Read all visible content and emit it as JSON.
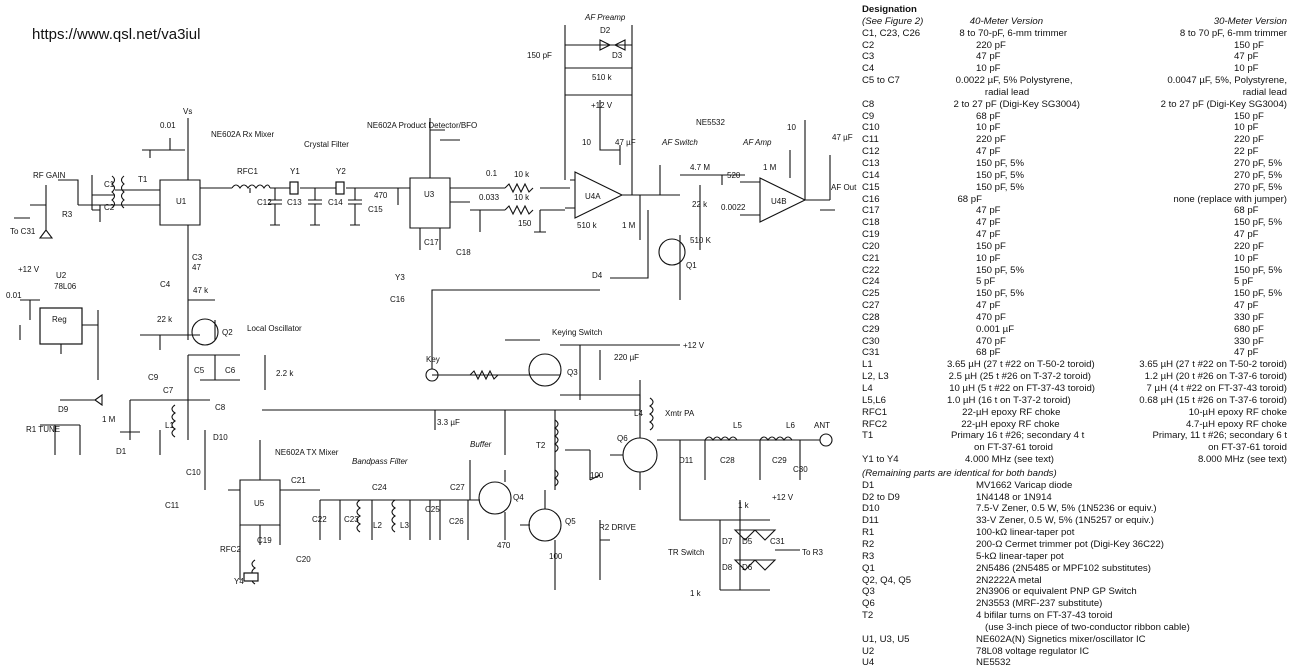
{
  "source_url": "https://www.qsl.net/va3iul",
  "schematic": {
    "labels": [
      {
        "id": "af-preamp",
        "text": "AF Preamp"
      },
      {
        "id": "d2",
        "text": "D2"
      },
      {
        "id": "d3",
        "text": "D3"
      },
      {
        "id": "c150pf",
        "text": "150 pF"
      },
      {
        "id": "r510k-fb",
        "text": "510 k"
      },
      {
        "id": "p12v-preamp",
        "text": "+12 V"
      },
      {
        "id": "r10-preamp",
        "text": "10"
      },
      {
        "id": "c47uf-preamp",
        "text": "47 µF"
      },
      {
        "id": "ne5532",
        "text": "NE5532"
      },
      {
        "id": "af-switch",
        "text": "AF Switch"
      },
      {
        "id": "af-amp",
        "text": "AF Amp"
      },
      {
        "id": "r4p7m",
        "text": "4.7 M"
      },
      {
        "id": "c520",
        "text": "520"
      },
      {
        "id": "r1m-amp",
        "text": "1 M"
      },
      {
        "id": "r22k-amp",
        "text": "22 k"
      },
      {
        "id": "c0022",
        "text": "0.0022"
      },
      {
        "id": "u4a",
        "text": "U4A"
      },
      {
        "id": "u4b",
        "text": "U4B"
      },
      {
        "id": "r10-out",
        "text": "10"
      },
      {
        "id": "c47uf-out",
        "text": "47 µF"
      },
      {
        "id": "af-out",
        "text": "AF Out"
      },
      {
        "id": "vb-1",
        "text": "Vs"
      },
      {
        "id": "c001-a",
        "text": "0.01"
      },
      {
        "id": "ne602a-rx",
        "text": "NE602A Rx Mixer"
      },
      {
        "id": "rfc1",
        "text": "RFC1"
      },
      {
        "id": "y1",
        "text": "Y1"
      },
      {
        "id": "crystal-filter",
        "text": "Crystal Filter"
      },
      {
        "id": "y2",
        "text": "Y2"
      },
      {
        "id": "ne602a-pd",
        "text": "NE602A Product Detector/BFO"
      },
      {
        "id": "rf-gain",
        "text": "RF GAIN"
      },
      {
        "id": "t1",
        "text": "T1"
      },
      {
        "id": "c1",
        "text": "C1"
      },
      {
        "id": "c2",
        "text": "C2"
      },
      {
        "id": "r3",
        "text": "R3"
      },
      {
        "id": "to-c31",
        "text": "To C31"
      },
      {
        "id": "u1",
        "text": "U1"
      },
      {
        "id": "c12",
        "text": "C12"
      },
      {
        "id": "c13",
        "text": "C13"
      },
      {
        "id": "c14",
        "text": "C14"
      },
      {
        "id": "c15",
        "text": "C15"
      },
      {
        "id": "r470",
        "text": "470"
      },
      {
        "id": "u3",
        "text": "U3"
      },
      {
        "id": "c17",
        "text": "C17"
      },
      {
        "id": "c18",
        "text": "C18"
      },
      {
        "id": "y3",
        "text": "Y3"
      },
      {
        "id": "c16",
        "text": "C16"
      },
      {
        "id": "c01",
        "text": "0.1"
      },
      {
        "id": "c0033",
        "text": "0.033"
      },
      {
        "id": "r10k-a",
        "text": "10 k"
      },
      {
        "id": "r10k-b",
        "text": "10 k"
      },
      {
        "id": "r150",
        "text": "150"
      },
      {
        "id": "r510k",
        "text": "510 k"
      },
      {
        "id": "r1m-sw",
        "text": "1 M"
      },
      {
        "id": "r510k-sw",
        "text": "510 K"
      },
      {
        "id": "q1",
        "text": "Q1"
      },
      {
        "id": "d4",
        "text": "D4"
      },
      {
        "id": "u2",
        "text": "U2"
      },
      {
        "id": "u2-type",
        "text": "78L06"
      },
      {
        "id": "reg",
        "text": "Reg"
      },
      {
        "id": "p12v-reg",
        "text": "+12 V"
      },
      {
        "id": "c001-reg",
        "text": "0.01"
      },
      {
        "id": "c3",
        "text": "C3"
      },
      {
        "id": "c47",
        "text": "47"
      },
      {
        "id": "c4",
        "text": "C4"
      },
      {
        "id": "r47k",
        "text": "47 k"
      },
      {
        "id": "r22k-lo",
        "text": "22 k"
      },
      {
        "id": "q2",
        "text": "Q2"
      },
      {
        "id": "local-osc",
        "text": "Local Oscillator"
      },
      {
        "id": "c9",
        "text": "C9"
      },
      {
        "id": "c5",
        "text": "C5"
      },
      {
        "id": "c6",
        "text": "C6"
      },
      {
        "id": "c7",
        "text": "C7"
      },
      {
        "id": "r2p2k",
        "text": "2.2 k"
      },
      {
        "id": "l1",
        "text": "L1"
      },
      {
        "id": "d9",
        "text": "D9"
      },
      {
        "id": "r1",
        "text": "R1 TUNE"
      },
      {
        "id": "r1m-tune",
        "text": "1 M"
      },
      {
        "id": "d1",
        "text": "D1"
      },
      {
        "id": "key",
        "text": "Key"
      },
      {
        "id": "keying-switch",
        "text": "Keying Switch"
      },
      {
        "id": "q3",
        "text": "Q3"
      },
      {
        "id": "c220uf",
        "text": "220 µF"
      },
      {
        "id": "p12v-key",
        "text": "+12 V"
      },
      {
        "id": "c3p3uf",
        "text": "3.3 µF"
      },
      {
        "id": "c8",
        "text": "C8"
      },
      {
        "id": "d10",
        "text": "D10"
      },
      {
        "id": "ne602a-tx",
        "text": "NE602A TX Mixer"
      },
      {
        "id": "u5",
        "text": "U5"
      },
      {
        "id": "c21",
        "text": "C21"
      },
      {
        "id": "c11",
        "text": "C11"
      },
      {
        "id": "c10",
        "text": "C10"
      },
      {
        "id": "rfc2",
        "text": "RFC2"
      },
      {
        "id": "c19",
        "text": "C19"
      },
      {
        "id": "c20",
        "text": "C20"
      },
      {
        "id": "y4",
        "text": "Y4"
      },
      {
        "id": "bp-filter",
        "text": "Bandpass Filter"
      },
      {
        "id": "c24",
        "text": "C24"
      },
      {
        "id": "c22",
        "text": "C22"
      },
      {
        "id": "c23",
        "text": "C23"
      },
      {
        "id": "l2",
        "text": "L2"
      },
      {
        "id": "l3",
        "text": "L3"
      },
      {
        "id": "c25",
        "text": "C25"
      },
      {
        "id": "c26",
        "text": "C26"
      },
      {
        "id": "c27",
        "text": "C27"
      },
      {
        "id": "buffer",
        "text": "Buffer"
      },
      {
        "id": "q4",
        "text": "Q4"
      },
      {
        "id": "q5",
        "text": "Q5"
      },
      {
        "id": "t2",
        "text": "T2"
      },
      {
        "id": "r470-b",
        "text": "470"
      },
      {
        "id": "r100-b",
        "text": "100"
      },
      {
        "id": "r2-drive",
        "text": "R2 DRIVE"
      },
      {
        "id": "l4",
        "text": "L4"
      },
      {
        "id": "xmtr-pa",
        "text": "Xmtr PA"
      },
      {
        "id": "q6",
        "text": "Q6"
      },
      {
        "id": "d11",
        "text": "D11"
      },
      {
        "id": "l5",
        "text": "L5"
      },
      {
        "id": "l6",
        "text": "L6"
      },
      {
        "id": "c28",
        "text": "C28"
      },
      {
        "id": "c29",
        "text": "C29"
      },
      {
        "id": "c30",
        "text": "C30"
      },
      {
        "id": "ant",
        "text": "ANT"
      },
      {
        "id": "r100-pa",
        "text": "100"
      },
      {
        "id": "r1k-tr",
        "text": "1 k"
      },
      {
        "id": "p12v-tr",
        "text": "+12 V"
      },
      {
        "id": "d7",
        "text": "D7"
      },
      {
        "id": "d5",
        "text": "D5"
      },
      {
        "id": "d8",
        "text": "D8"
      },
      {
        "id": "d6",
        "text": "D6"
      },
      {
        "id": "c31",
        "text": "C31"
      },
      {
        "id": "to-r3",
        "text": "To R3"
      },
      {
        "id": "tr-switch",
        "text": "TR Switch"
      },
      {
        "id": "r1k-tr2",
        "text": "1 k"
      }
    ]
  },
  "bom": {
    "heading_main": "Designation",
    "heading_sub": "(See Figure 2)",
    "col_40m": "40-Meter Version",
    "col_30m": "30-Meter Version",
    "rows": [
      {
        "d": "C1, C23, C26",
        "a": "8 to 70-pF, 6-mm trimmer",
        "b": "8 to 70 pF, 6-mm trimmer"
      },
      {
        "d": "C2",
        "a": "220 pF",
        "b": "150 pF"
      },
      {
        "d": "C3",
        "a": "47 pF",
        "b": "47 pF"
      },
      {
        "d": "C4",
        "a": "10 pF",
        "b": "10 pF"
      },
      {
        "d": "C5 to C7",
        "a": "0.0022 µF, 5% Polystyrene,",
        "b": "0.0047 µF, 5%, Polystyrene,"
      },
      {
        "d": "",
        "a": "radial lead",
        "b": "radial lead",
        "sub": true
      },
      {
        "d": "C8",
        "a": "2 to 27 pF (Digi-Key SG3004)",
        "b": "2 to 27 pF (Digi-Key SG3004)"
      },
      {
        "d": "C9",
        "a": "68 pF",
        "b": "150 pF"
      },
      {
        "d": "C10",
        "a": "10 pF",
        "b": "10 pF"
      },
      {
        "d": "C11",
        "a": "220 pF",
        "b": "220 pF"
      },
      {
        "d": "C12",
        "a": "47 pF",
        "b": "22 pF"
      },
      {
        "d": "C13",
        "a": "150 pF, 5%",
        "b": "270 pF, 5%"
      },
      {
        "d": "C14",
        "a": "150 pF, 5%",
        "b": "270 pF, 5%"
      },
      {
        "d": "C15",
        "a": "150 pF, 5%",
        "b": "270 pF, 5%"
      },
      {
        "d": "C16",
        "a": "68 pF",
        "b": "none (replace with jumper)"
      },
      {
        "d": "C17",
        "a": "47 pF",
        "b": "68 pF"
      },
      {
        "d": "C18",
        "a": "47 pF",
        "b": "150 pF, 5%"
      },
      {
        "d": "C19",
        "a": "47 pF",
        "b": "47 pF"
      },
      {
        "d": "C20",
        "a": "150 pF",
        "b": "220 pF"
      },
      {
        "d": "C21",
        "a": "10 pF",
        "b": "10 pF"
      },
      {
        "d": "C22",
        "a": "150 pF, 5%",
        "b": "150 pF, 5%"
      },
      {
        "d": "C24",
        "a": "5 pF",
        "b": "5 pF"
      },
      {
        "d": "C25",
        "a": "150 pF, 5%",
        "b": "150 pF, 5%"
      },
      {
        "d": "C27",
        "a": "47 pF",
        "b": "47 pF"
      },
      {
        "d": "C28",
        "a": "470 pF",
        "b": "330 pF"
      },
      {
        "d": "C29",
        "a": "0.001 µF",
        "b": "680 pF"
      },
      {
        "d": "C30",
        "a": "470 pF",
        "b": "330 pF"
      },
      {
        "d": "C31",
        "a": "68 pF",
        "b": "47 pF"
      },
      {
        "d": "L1",
        "a": "3.65 µH (27 t #22 on T-50-2 toroid)",
        "b": "3.65 µH (27 t #22 on T-50-2 toroid)"
      },
      {
        "d": "L2, L3",
        "a": "2.5 µH (25 t #26 on T-37-2 toroid)",
        "b": "1.2 µH (20 t #26 on T-37-6 toroid)"
      },
      {
        "d": "L4",
        "a": "10 µH (5 t #22 on FT-37-43 toroid)",
        "b": "7 µH (4 t #22 on FT-37-43 toroid)"
      },
      {
        "d": "L5,L6",
        "a": "1.0 µH (16 t on T-37-2 toroid)",
        "b": "0.68 µH (15 t #26 on T-37-6 toroid)"
      },
      {
        "d": "RFC1",
        "a": "22-µH epoxy RF choke",
        "b": "10-µH epoxy RF choke"
      },
      {
        "d": "RFC2",
        "a": "22-µH epoxy RF choke",
        "b": "4.7-µH epoxy RF choke"
      },
      {
        "d": "T1",
        "a": "Primary 16 t #26; secondary 4 t",
        "b": "Primary, 11 t #26; secondary 6 t"
      },
      {
        "d": "",
        "a": "on FT-37-61 toroid",
        "b": "on FT-37-61 toroid",
        "sub": true
      },
      {
        "d": "Y1 to Y4",
        "a": "4.000 MHz (see text)",
        "b": "8.000 MHz (see text)"
      }
    ],
    "common_heading": "(Remaining parts are identical for both bands)",
    "common_rows": [
      {
        "d": "D1",
        "v": "MV1662 Varicap diode"
      },
      {
        "d": "D2 to D9",
        "v": "1N4148 or 1N914"
      },
      {
        "d": "D10",
        "v": "7.5-V Zener, 0.5 W, 5% (1N5236 or equiv.)"
      },
      {
        "d": "D11",
        "v": "33-V Zener, 0.5 W, 5% (1N5257 or equiv.)"
      },
      {
        "d": "R1",
        "v": "100-kΩ linear-taper pot"
      },
      {
        "d": "R2",
        "v": "200-Ω Cermet trimmer pot (Digi-Key 36C22)"
      },
      {
        "d": "R3",
        "v": "5-kΩ linear-taper pot"
      },
      {
        "d": "Q1",
        "v": "2N5486 (2N5485 or MPF102 substitutes)"
      },
      {
        "d": "Q2, Q4, Q5",
        "v": "2N2222A metal"
      },
      {
        "d": "Q3",
        "v": "2N3906 or equivalent PNP GP Switch"
      },
      {
        "d": "Q6",
        "v": "2N3553 (MRF-237 substitute)"
      },
      {
        "d": "T2",
        "v": "4 bifilar turns on FT-37-43 toroid"
      },
      {
        "d": "",
        "v": "(use 3-inch piece of two-conductor ribbon cable)",
        "sub": true
      },
      {
        "d": "U1, U3, U5",
        "v": "NE602A(N) Signetics mixer/oscillator IC"
      },
      {
        "d": "U2",
        "v": "78L08 voltage regulator IC"
      },
      {
        "d": "U4",
        "v": "NE5532"
      }
    ]
  }
}
